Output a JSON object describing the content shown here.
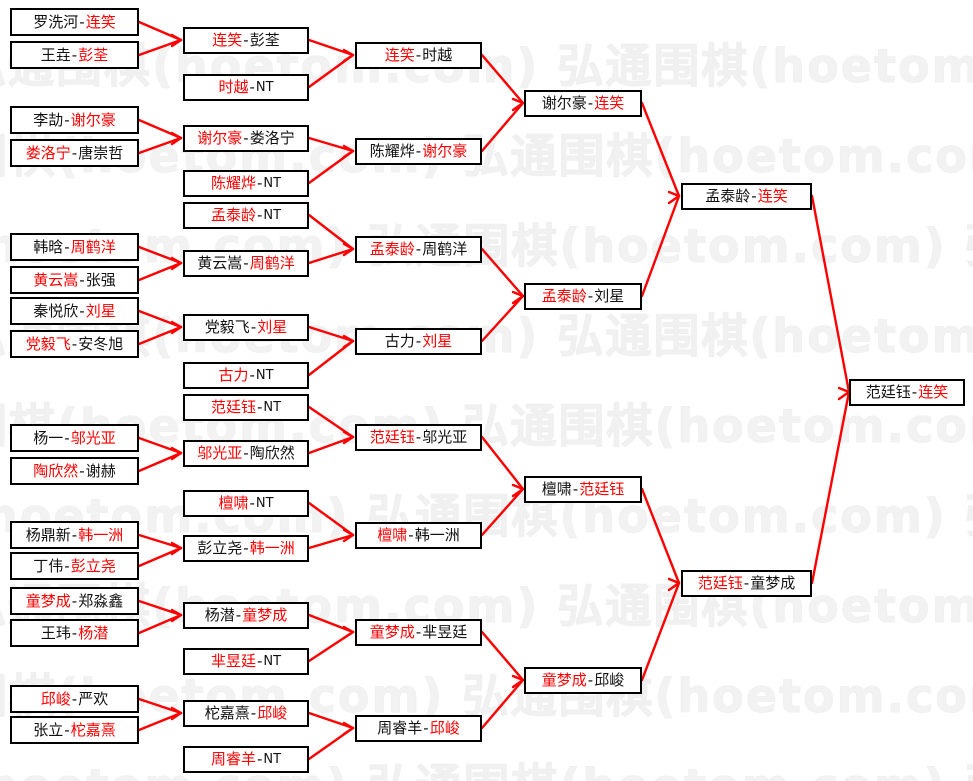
{
  "meta": {
    "watermark_text": "弘通围棋(hoetom.com)",
    "winner_color": "#ff0000",
    "loser_color": "#111111",
    "line_color": "#ff0000",
    "box_border_color": "#000000",
    "background": "#ffffff",
    "bye_label": "NT"
  },
  "rounds": [
    {
      "name": "round-1",
      "matches": [
        {
          "id": "r1m1",
          "left": "罗洗河",
          "right": "连笑",
          "winner": "right"
        },
        {
          "id": "r1m2",
          "left": "王垚",
          "right": "彭荃",
          "winner": "right"
        },
        {
          "id": "r1m3",
          "left": "李劼",
          "right": "谢尔豪",
          "winner": "right"
        },
        {
          "id": "r1m4",
          "left": "娄洛宁",
          "right": "唐崇哲",
          "winner": "left"
        },
        {
          "id": "r1m5",
          "left": "韩晗",
          "right": "周鹤洋",
          "winner": "right"
        },
        {
          "id": "r1m6",
          "left": "黄云嵩",
          "right": "张强",
          "winner": "left"
        },
        {
          "id": "r1m7",
          "left": "秦悦欣",
          "right": "刘星",
          "winner": "right"
        },
        {
          "id": "r1m8",
          "left": "党毅飞",
          "right": "安冬旭",
          "winner": "left"
        },
        {
          "id": "r1m9",
          "left": "杨一",
          "right": "邬光亚",
          "winner": "right"
        },
        {
          "id": "r1m10",
          "left": "陶欣然",
          "right": "谢赫",
          "winner": "left"
        },
        {
          "id": "r1m11",
          "left": "杨鼎新",
          "right": "韩一洲",
          "winner": "right"
        },
        {
          "id": "r1m12",
          "left": "丁伟",
          "right": "彭立尧",
          "winner": "right"
        },
        {
          "id": "r1m13",
          "left": "童梦成",
          "right": "郑淼鑫",
          "winner": "left"
        },
        {
          "id": "r1m14",
          "left": "王玮",
          "right": "杨潜",
          "winner": "right"
        },
        {
          "id": "r1m15",
          "left": "邱峻",
          "right": "严欢",
          "winner": "left"
        },
        {
          "id": "r1m16",
          "left": "张立",
          "right": "柁嘉熹",
          "winner": "right"
        }
      ]
    },
    {
      "name": "round-2",
      "matches": [
        {
          "id": "r2m1",
          "left": "连笑",
          "right": "彭荃",
          "winner": "left"
        },
        {
          "id": "r2m2",
          "left": "时越",
          "right": "NT",
          "winner": "left"
        },
        {
          "id": "r2m3",
          "left": "谢尔豪",
          "right": "娄洛宁",
          "winner": "left"
        },
        {
          "id": "r2m4",
          "left": "陈耀烨",
          "right": "NT",
          "winner": "left"
        },
        {
          "id": "r2m5",
          "left": "孟泰龄",
          "right": "NT",
          "winner": "left"
        },
        {
          "id": "r2m6",
          "left": "黄云嵩",
          "right": "周鹤洋",
          "winner": "right"
        },
        {
          "id": "r2m7",
          "left": "党毅飞",
          "right": "刘星",
          "winner": "right"
        },
        {
          "id": "r2m8",
          "left": "古力",
          "right": "NT",
          "winner": "left"
        },
        {
          "id": "r2m9",
          "left": "范廷钰",
          "right": "NT",
          "winner": "left"
        },
        {
          "id": "r2m10",
          "left": "邬光亚",
          "right": "陶欣然",
          "winner": "left"
        },
        {
          "id": "r2m11",
          "left": "檀啸",
          "right": "NT",
          "winner": "left"
        },
        {
          "id": "r2m12",
          "left": "彭立尧",
          "right": "韩一洲",
          "winner": "right"
        },
        {
          "id": "r2m13",
          "left": "杨潜",
          "right": "童梦成",
          "winner": "right"
        },
        {
          "id": "r2m14",
          "left": "芈昱廷",
          "right": "NT",
          "winner": "left"
        },
        {
          "id": "r2m15",
          "left": "柁嘉熹",
          "right": "邱峻",
          "winner": "right"
        },
        {
          "id": "r2m16",
          "left": "周睿羊",
          "right": "NT",
          "winner": "left"
        }
      ]
    },
    {
      "name": "round-3",
      "matches": [
        {
          "id": "r3m1",
          "left": "连笑",
          "right": "时越",
          "winner": "left"
        },
        {
          "id": "r3m2",
          "left": "陈耀烨",
          "right": "谢尔豪",
          "winner": "right"
        },
        {
          "id": "r3m3",
          "left": "孟泰龄",
          "right": "周鹤洋",
          "winner": "left"
        },
        {
          "id": "r3m4",
          "left": "古力",
          "right": "刘星",
          "winner": "right"
        },
        {
          "id": "r3m5",
          "left": "范廷钰",
          "right": "邬光亚",
          "winner": "left"
        },
        {
          "id": "r3m6",
          "left": "檀啸",
          "right": "韩一洲",
          "winner": "left"
        },
        {
          "id": "r3m7",
          "left": "童梦成",
          "right": "芈昱廷",
          "winner": "left"
        },
        {
          "id": "r3m8",
          "left": "周睿羊",
          "right": "邱峻",
          "winner": "right"
        }
      ]
    },
    {
      "name": "round-4",
      "matches": [
        {
          "id": "r4m1",
          "left": "谢尔豪",
          "right": "连笑",
          "winner": "right"
        },
        {
          "id": "r4m2",
          "left": "孟泰龄",
          "right": "刘星",
          "winner": "left"
        },
        {
          "id": "r4m3",
          "left": "檀啸",
          "right": "范廷钰",
          "winner": "right"
        },
        {
          "id": "r4m4",
          "left": "童梦成",
          "right": "邱峻",
          "winner": "left"
        }
      ]
    },
    {
      "name": "semifinal",
      "matches": [
        {
          "id": "r5m1",
          "left": "孟泰龄",
          "right": "连笑",
          "winner": "right"
        },
        {
          "id": "r5m2",
          "left": "范廷钰",
          "right": "童梦成",
          "winner": "left"
        }
      ]
    },
    {
      "name": "final",
      "matches": [
        {
          "id": "r6m1",
          "left": "范廷钰",
          "right": "连笑",
          "winner": "right"
        }
      ]
    }
  ]
}
